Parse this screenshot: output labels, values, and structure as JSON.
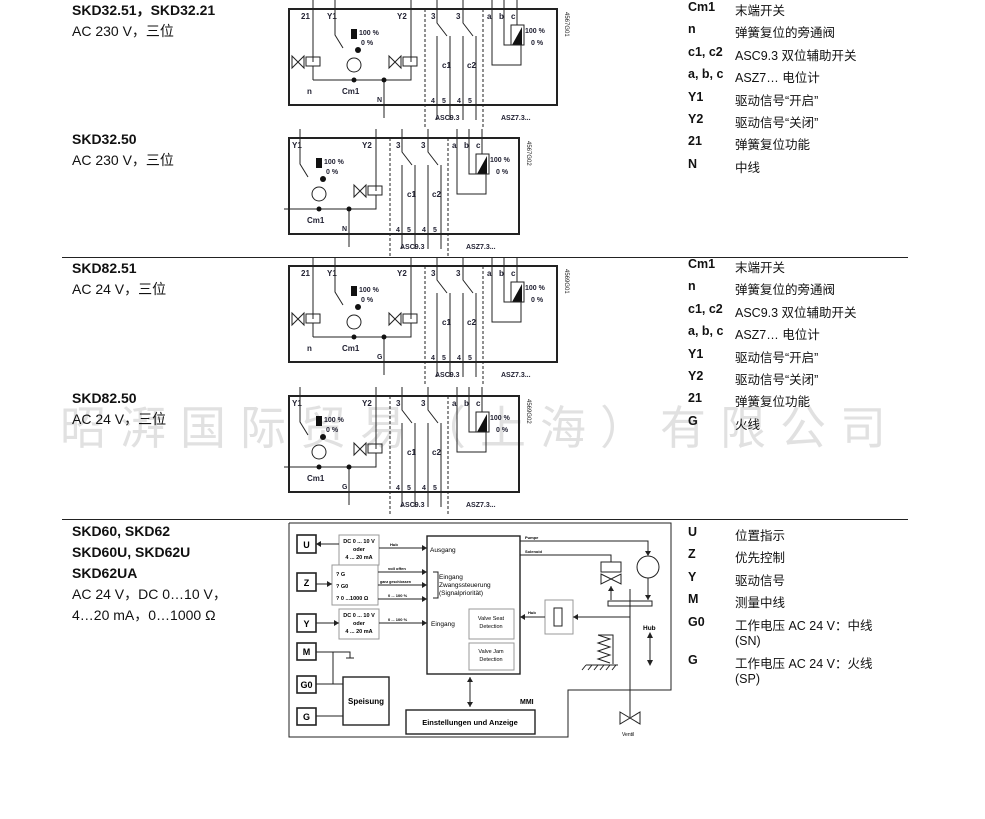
{
  "sections": [
    {
      "title": "SKD32.51，SKD32.21",
      "subtitle": "AC 230 V，三位"
    },
    {
      "title": "SKD32.50",
      "subtitle": "AC 230 V，三位"
    },
    {
      "title": "SKD82.51",
      "subtitle": "AC 24 V，三位"
    },
    {
      "title": "SKD82.50",
      "subtitle": "AC 24 V，三位"
    },
    {
      "title_lines": [
        "SKD60, SKD62",
        "SKD60U, SKD62U",
        "SKD62UA"
      ],
      "subtitle_lines": [
        "AC 24 V，DC 0…10 V，",
        "4…20 mA，0…1000 Ω"
      ]
    }
  ],
  "diagrams": [
    {
      "spring": true,
      "neutral": "N",
      "code": "4567G01"
    },
    {
      "spring": false,
      "neutral": "N",
      "code": "4567G02"
    },
    {
      "spring": true,
      "neutral": "G",
      "code": "4569G01"
    },
    {
      "spring": false,
      "neutral": "G",
      "code": "4569G02"
    }
  ],
  "diagram_labels": {
    "t21": "21",
    "y1": "Y1",
    "y2": "Y2",
    "t3": "3",
    "a": "a",
    "b": "b",
    "c": "c",
    "p100": "100 %",
    "p0": "0 %",
    "n": "n",
    "cm1": "Cm1",
    "c1": "c1",
    "c2": "c2",
    "t4": "4",
    "t5": "5",
    "asc": "ASC9.3",
    "asz": "ASZ7.3..."
  },
  "legend1": [
    {
      "k": "Cm1",
      "v": "末端开关"
    },
    {
      "k": "n",
      "v": "弹簧复位的旁通阀"
    },
    {
      "k": "c1, c2",
      "v": "ASC9.3 双位辅助开关"
    },
    {
      "k": "a, b, c",
      "v": "ASZ7… 电位计"
    },
    {
      "k": "Y1",
      "v": "驱动信号“开启”"
    },
    {
      "k": "Y2",
      "v": "驱动信号“关闭”"
    },
    {
      "k": "21",
      "v": "弹簧复位功能"
    },
    {
      "k": "N",
      "v": "中线"
    }
  ],
  "legend2": [
    {
      "k": "Cm1",
      "v": "末端开关"
    },
    {
      "k": "n",
      "v": "弹簧复位的旁通阀"
    },
    {
      "k": "c1, c2",
      "v": "ASC9.3 双位辅助开关"
    },
    {
      "k": "a, b, c",
      "v": "ASZ7… 电位计"
    },
    {
      "k": "Y1",
      "v": "驱动信号“开启”"
    },
    {
      "k": "Y2",
      "v": "驱动信号“关闭”"
    },
    {
      "k": "21",
      "v": "弹簧复位功能"
    },
    {
      "k": "G",
      "v": "火线"
    }
  ],
  "legend3": [
    {
      "k": "U",
      "v": "位置指示"
    },
    {
      "k": "Z",
      "v": "优先控制"
    },
    {
      "k": "Y",
      "v": "驱动信号"
    },
    {
      "k": "M",
      "v": "测量中线"
    },
    {
      "k": "G0",
      "v": "工作电压 AC 24 V：中线",
      "v2": "(SN)"
    },
    {
      "k": "G",
      "v": "工作电压 AC 24 V：火线",
      "v2": "(SP)"
    }
  ],
  "block": {
    "U": "U",
    "Z": "Z",
    "Y": "Y",
    "M": "M",
    "G0": "G0",
    "G": "G",
    "dc": [
      "DC 0 ... 10 V",
      "oder",
      "4 ... 20 mA"
    ],
    "zopts": [
      "? G",
      "? G0",
      "? 0 ...1000 Ω"
    ],
    "hub": "Hub",
    "voll": "voll offen",
    "ganz": "ganz geschlossen",
    "pct": "0 ... 100 %",
    "ausgang": "Ausgang",
    "eingang_z": [
      "Eingang",
      "Zwangssteuerung",
      "(Signalpriorität)"
    ],
    "eingang": "Eingang",
    "seat": [
      "Valve Seat",
      "Detection"
    ],
    "jam": [
      "Valve Jam",
      "Detection"
    ],
    "speisung": "Speisung",
    "mmi": "MMI",
    "einst": "Einstellungen und Anzeige",
    "pumpe": "Pumpe",
    "solenoid": "Solenoid",
    "ventil": "Ventil"
  },
  "watermark": "昭湃国际贸易（上海）有限公司"
}
